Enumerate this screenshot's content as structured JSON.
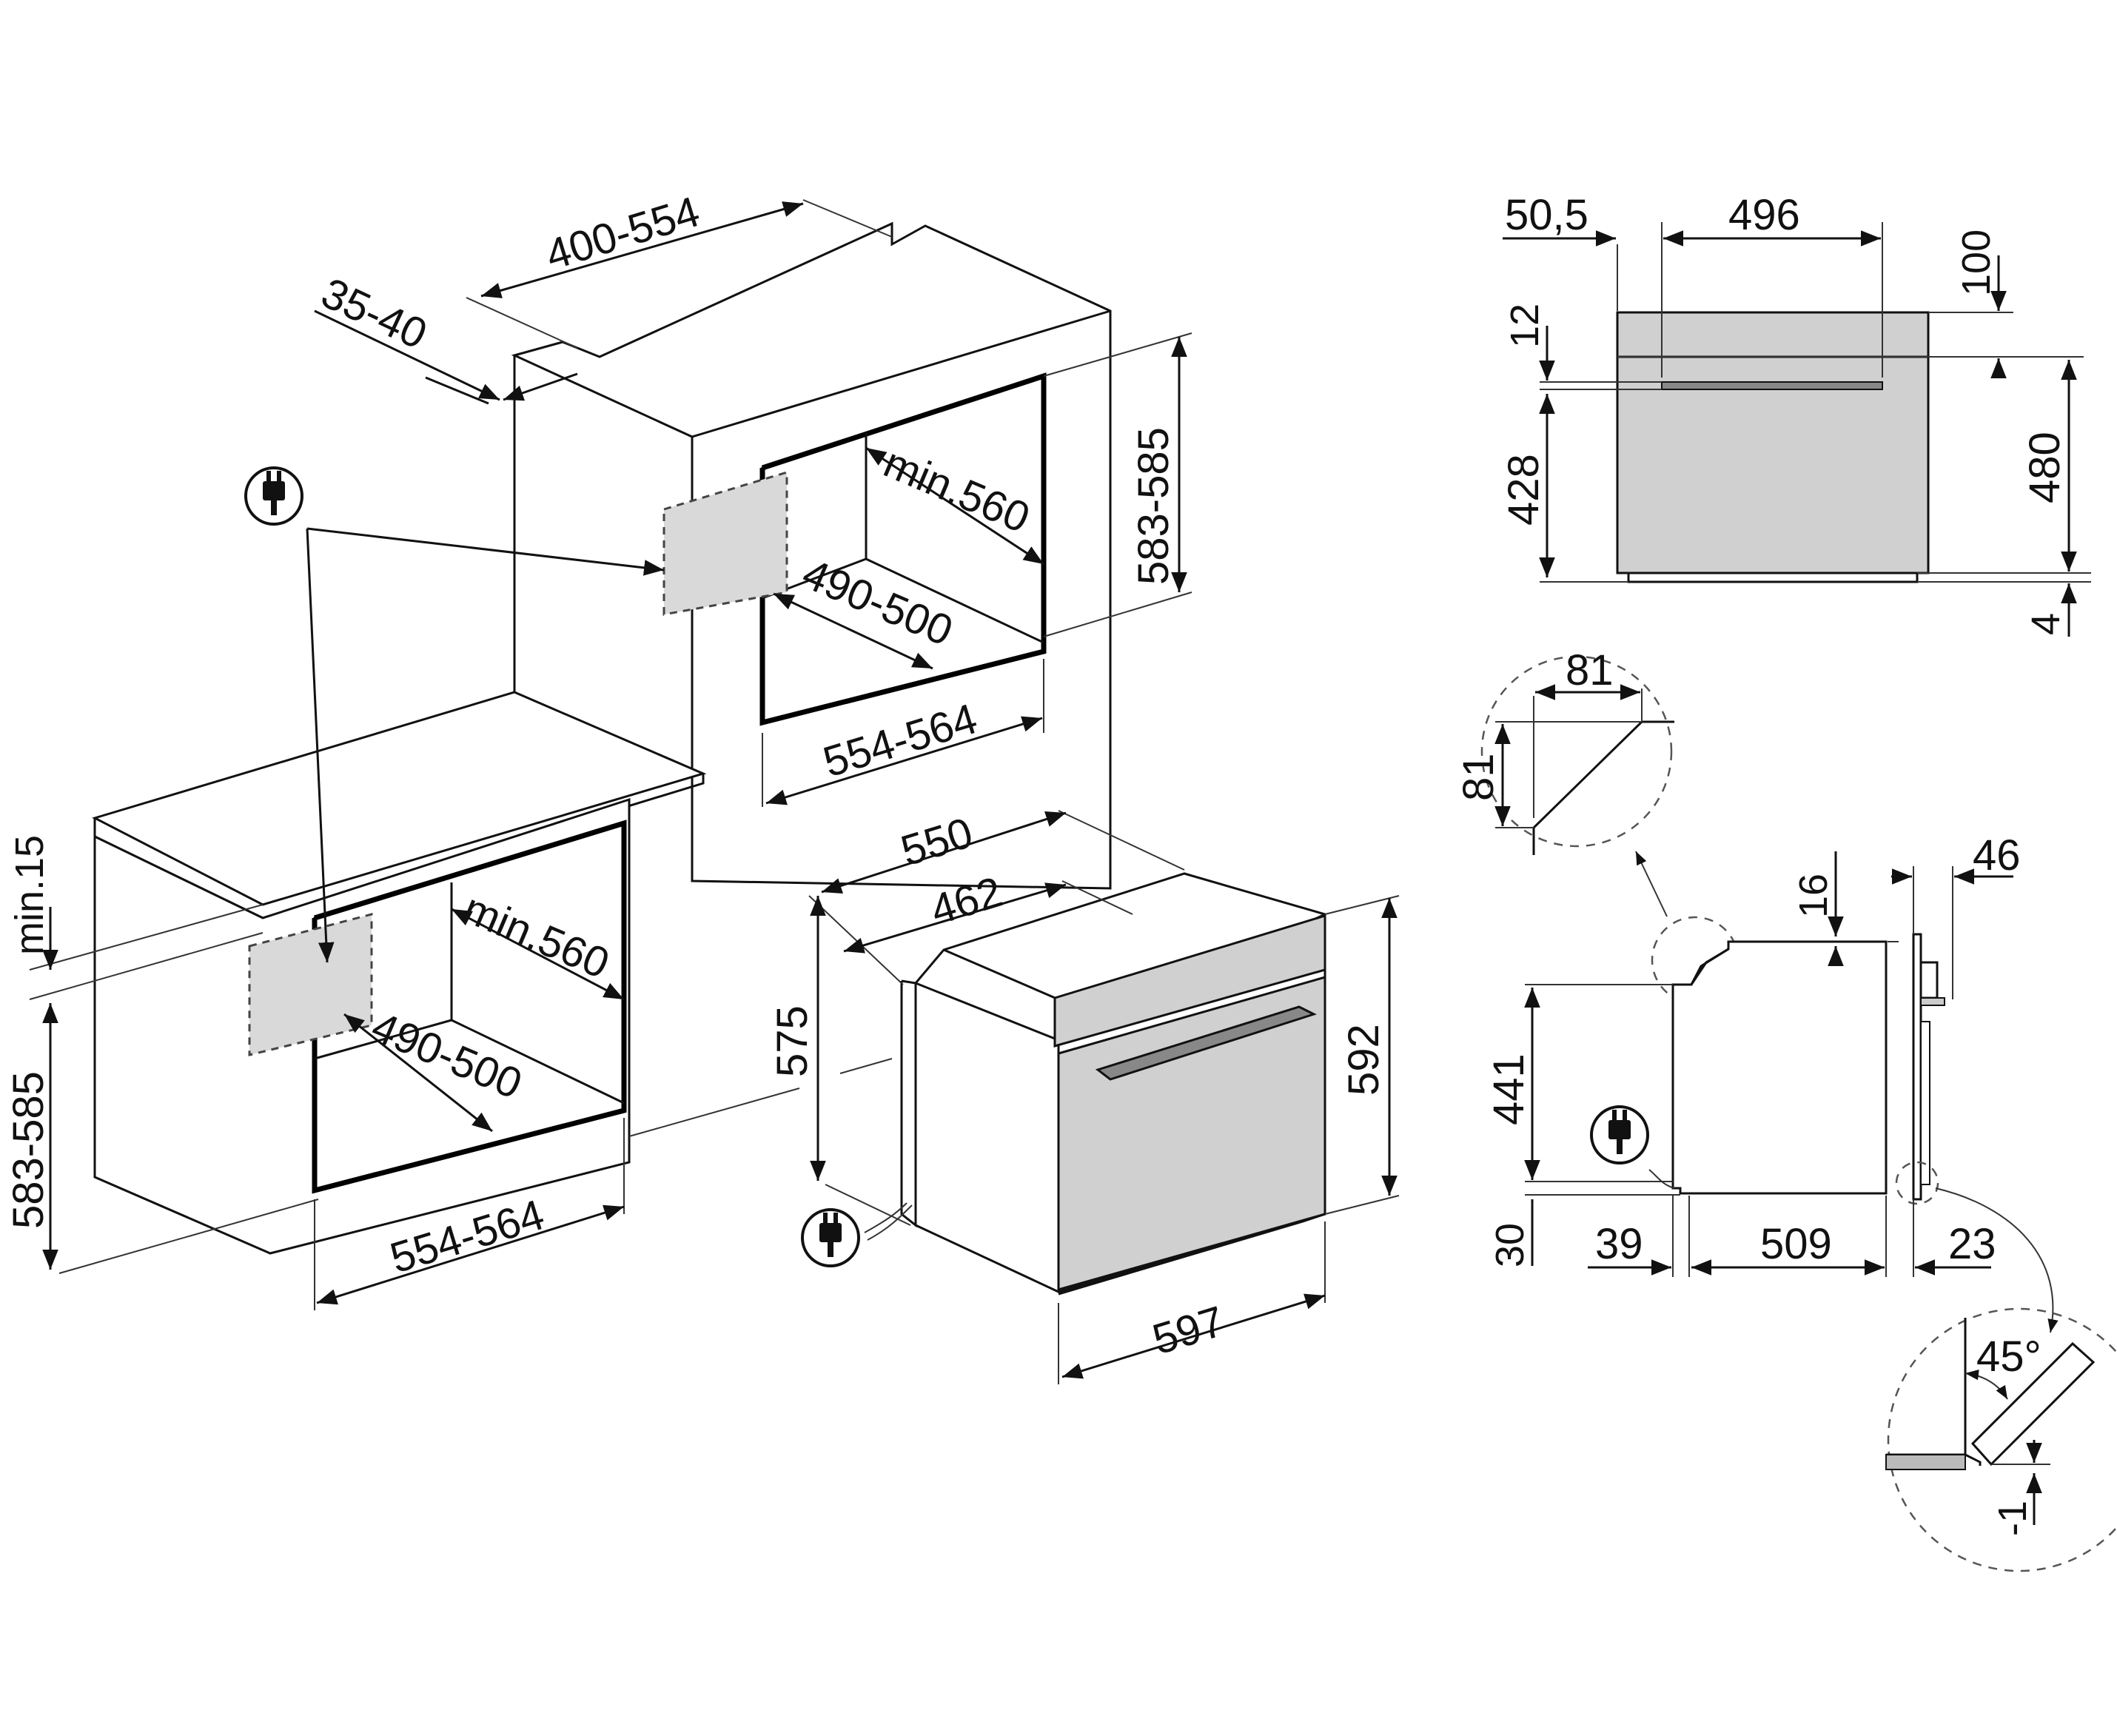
{
  "diagram": {
    "labels": {
      "top_depth": "400-554",
      "top_gap": "35-40",
      "upper_cabinet_height": "583-585",
      "upper_inner_depth": "min.560",
      "upper_inner_side": "490-500",
      "upper_inner_width": "554-564",
      "worktop_gap": "min.15",
      "lower_cabinet_height": "583-585",
      "lower_inner_depth": "min.560",
      "lower_inner_side": "490-500",
      "lower_inner_width": "554-564",
      "oven_depth_total": "550",
      "oven_depth_body": "462",
      "oven_body_height": "575",
      "oven_front_height": "592",
      "oven_front_width": "597",
      "front_left_offset": "50,5",
      "front_handle_width": "496",
      "front_top_band": "100",
      "front_band_gap": "12",
      "front_door_height": "428",
      "front_total_height": "480",
      "front_bottom": "4",
      "bevel_w": "81",
      "bevel_h": "81",
      "side_top_gap": "16",
      "side_front_thickness": "46",
      "side_height": "441",
      "side_bottom": "30",
      "side_rear": "39",
      "side_depth": "509",
      "side_front": "23",
      "angle": "45°",
      "offset": "-1"
    },
    "icons": [
      "plug-icon",
      "plug-icon",
      "plug-icon",
      "plug-icon"
    ],
    "colors": {
      "line": "#111111",
      "hatch_fill": "#d9d9d9",
      "glass_fill": "#d0d0d0"
    }
  }
}
